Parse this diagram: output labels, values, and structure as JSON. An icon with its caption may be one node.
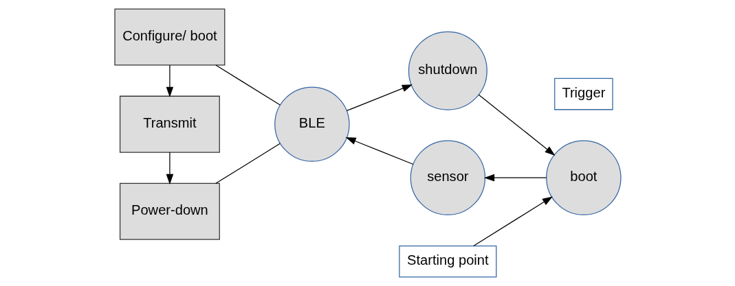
{
  "diagram": {
    "nodes": [
      {
        "text": [
          "Power-down"
        ]
      },
      {
        "text": [
          "Transmit"
        ]
      },
      {
        "text": [
          "Configure/ boot"
        ]
      },
      {
        "text": [
          "BLE"
        ]
      },
      {
        "text": [
          "shutdown"
        ]
      },
      {
        "text": [
          "Trigger"
        ]
      },
      {
        "text": [
          "Starting point"
        ]
      },
      {
        "text": [
          "boot"
        ]
      },
      {
        "text": [
          "sensor"
        ]
      }
    ],
    "edges": [
      {
        "from": 1,
        "to": 0,
        "arrow": "to"
      },
      {
        "from": 2,
        "to": 1,
        "arrow": "to"
      },
      {
        "from": 0,
        "to": 3,
        "arrow": "none"
      },
      {
        "from": 2,
        "to": 3,
        "arrow": "none"
      },
      {
        "from": 3,
        "to": 4,
        "arrow": "to"
      },
      {
        "from": 4,
        "to": 7,
        "arrow": "to"
      },
      {
        "from": 6,
        "to": 7,
        "arrow": "to"
      },
      {
        "from": 7,
        "to": 8,
        "arrow": "to"
      },
      {
        "from": 8,
        "to": 3,
        "arrow": "to"
      }
    ]
  }
}
